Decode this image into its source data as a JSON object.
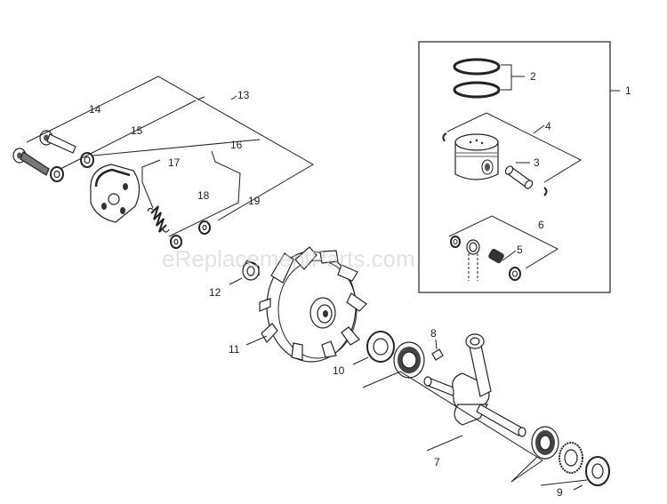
{
  "watermark": "eReplacementParts.com",
  "callouts": {
    "c1": "1",
    "c2": "2",
    "c3": "3",
    "c4": "4",
    "c5": "5",
    "c6": "6",
    "c7": "7",
    "c8": "8",
    "c9": "9",
    "c10": "10",
    "c11": "11",
    "c12": "12",
    "c13": "13",
    "c14": "14",
    "c15": "15",
    "c16": "16",
    "c17": "17",
    "c18": "18",
    "c19": "19"
  },
  "colors": {
    "ink": "#222222",
    "watermark": "#c8c8c8",
    "background": "#ffffff"
  }
}
